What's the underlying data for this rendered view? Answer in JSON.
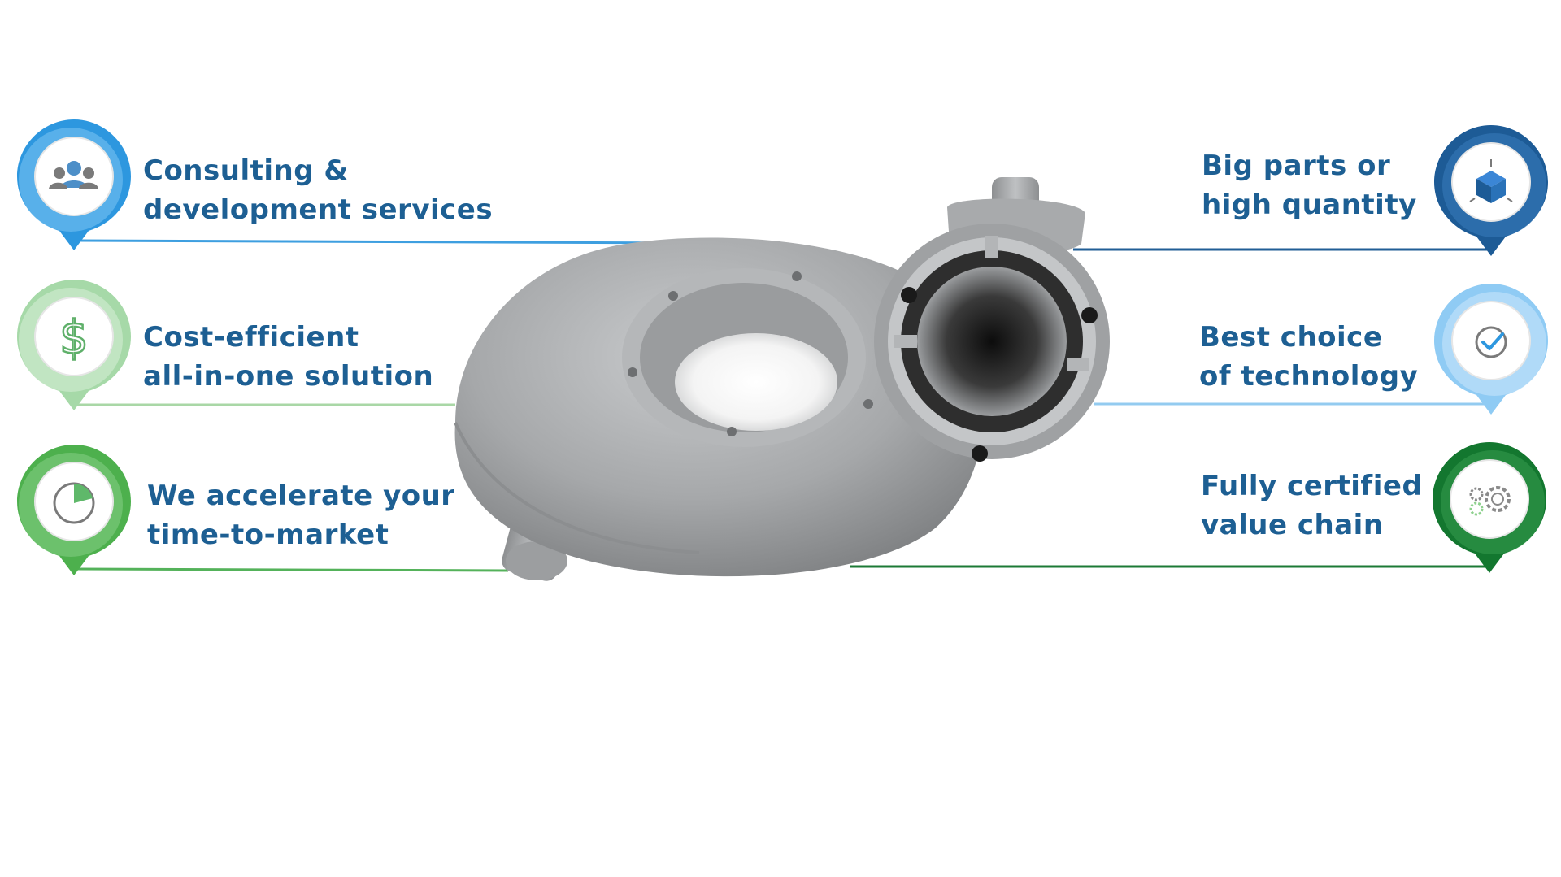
{
  "features": {
    "left": [
      {
        "id": "consulting",
        "line1": "Consulting &",
        "line2": "development services",
        "icon": "people-icon",
        "color": "#2d97df",
        "light": "#7cc4f3",
        "line_color": "#3e9fe0"
      },
      {
        "id": "cost",
        "line1": "Cost-efficient",
        "line2": "all-in-one solution",
        "icon": "dollar-icon",
        "color": "#a6d9a8",
        "light": "#d3edd3",
        "line_color": "#a9d7a6"
      },
      {
        "id": "accelerate",
        "line1": "We accelerate your",
        "line2": "time-to-market",
        "icon": "pie-chart-icon",
        "color": "#4db04d",
        "light": "#8cd18c",
        "line_color": "#54b25a"
      }
    ],
    "right": [
      {
        "id": "big-parts",
        "line1": "Big parts or",
        "line2": "high quantity",
        "icon": "cube-icon",
        "color": "#1d5b96",
        "light": "#3b7fc0",
        "line_color": "#215e96"
      },
      {
        "id": "best-choice",
        "line1": "Best choice",
        "line2": "of technology",
        "icon": "checkmark-icon",
        "color": "#8fcbf4",
        "light": "#c6e5fa",
        "line_color": "#93cbf0"
      },
      {
        "id": "certified",
        "line1": "Fully certified",
        "line2": "value chain",
        "icon": "gears-icon",
        "color": "#13772f",
        "light": "#3ea357",
        "line_color": "#1c7a36"
      }
    ]
  },
  "colors": {
    "text": "#1d5f93",
    "part_metal": "#a9abad"
  }
}
